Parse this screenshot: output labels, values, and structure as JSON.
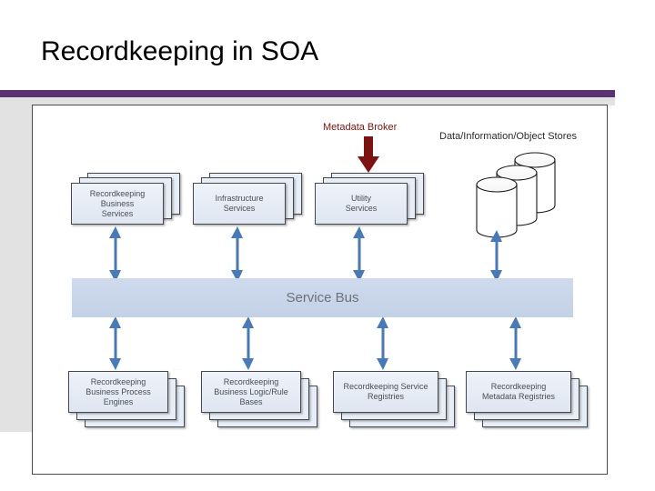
{
  "slide": {
    "title": "Recordkeeping in SOA",
    "accent_color": "#5d3272",
    "ghost_footer": "..."
  },
  "diagram": {
    "callouts": {
      "metadata_broker": "Metadata Broker",
      "metadata_broker_color": "#7b1313",
      "data_stores": "Data/Information/Object Stores"
    },
    "service_bus": {
      "label": "Service Bus",
      "fill_color": "#c9d6ea",
      "text_color": "#6d7278"
    },
    "top_row": [
      {
        "id": "recordkeeping-business-services",
        "label": "Recordkeeping\nBusiness\nServices"
      },
      {
        "id": "infrastructure-services",
        "label": "Infrastructure\nServices"
      },
      {
        "id": "utility-services",
        "label": "Utility\nServices"
      }
    ],
    "bottom_row": [
      {
        "id": "recordkeeping-business-process-engines",
        "label": "Recordkeeping\nBusiness Process\nEngines"
      },
      {
        "id": "recordkeeping-business-logic-rule-bases",
        "label": "Recordkeeping\nBusiness Logic/Rule\nBases"
      },
      {
        "id": "recordkeeping-service-registries",
        "label": "Recordkeeping Service\nRegistries"
      },
      {
        "id": "recordkeeping-metadata-registries",
        "label": "Recordkeeping\nMetadata Registries"
      }
    ],
    "data_stores": {
      "id": "data-store-cylinders",
      "count": 3,
      "fill_color": "#ffffff",
      "stroke_color": "#1a1a1a"
    },
    "connectors": {
      "color": "#4a7ab5",
      "style": "double-headed-arrow",
      "count": 8
    },
    "box_style": {
      "fill_color": "#e4eaf4",
      "border_color": "#45484d",
      "text_color": "#4a4f55",
      "stack_depth": 3
    }
  }
}
